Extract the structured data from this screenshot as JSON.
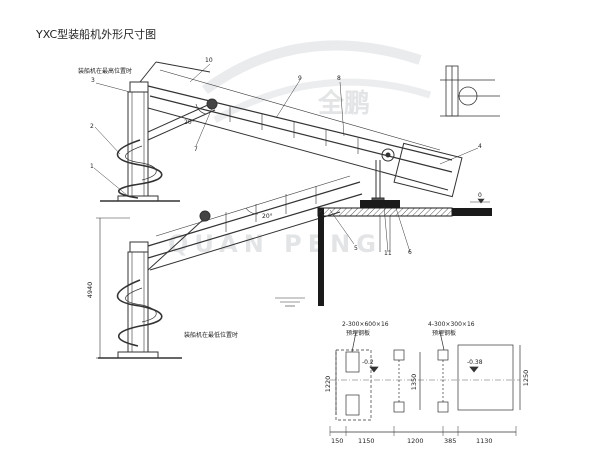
{
  "title": "YXC型装船机外形尺寸图",
  "watermark": {
    "brand": "全鹏",
    "english": "QUAN PENG"
  },
  "notes": {
    "highest_position": "装船机在最高位置时",
    "lowest_position": "装船机在最低位置时"
  },
  "part_labels": [
    "1",
    "2",
    "3",
    "4",
    "5",
    "6",
    "7",
    "8",
    "9",
    "10",
    "11"
  ],
  "angles": {
    "upper": "20°",
    "lower": "20°"
  },
  "elevations": {
    "left_pad": "-0.2",
    "right_pad": "-0.38",
    "ground": "0"
  },
  "height_dimension": "4940",
  "plates": {
    "plate_a": "2-300×600×16",
    "plate_b": "4-300×300×16",
    "plate_label": "预埋钢板"
  },
  "plan_dims": {
    "horizontal": [
      "150",
      "1150",
      "1200",
      "385",
      "1130"
    ],
    "vertical": [
      "1220",
      "1350",
      "1250"
    ]
  },
  "colors": {
    "line": "#333333",
    "wall": "#1a1a1a",
    "watermark": "#bfc4c9"
  }
}
